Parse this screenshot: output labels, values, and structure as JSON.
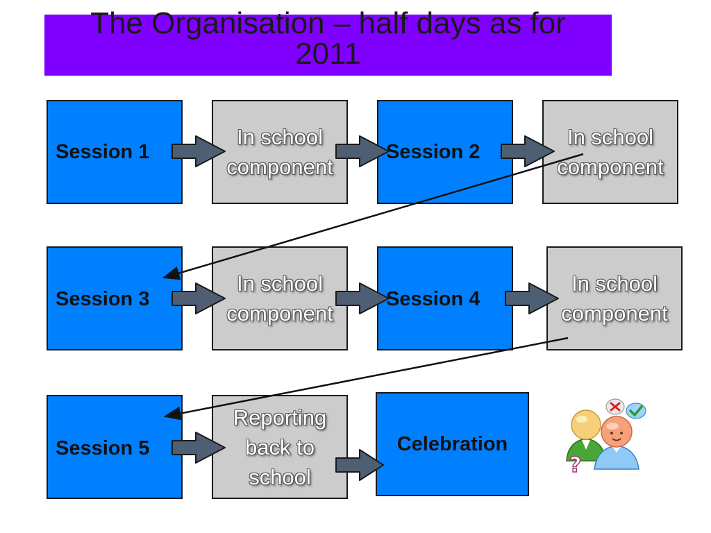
{
  "title": "The Organisation – half days as for 2011",
  "title_lines": [
    "The Organisation – half days as for",
    "2011"
  ],
  "rows": [
    {
      "session": "Session 1",
      "component": "In school\ncomponent",
      "session2": "Session 2",
      "component2": "In school\ncomponent"
    },
    {
      "session": "Session 3",
      "component": "In school\ncomponent",
      "session2": "Session 4",
      "component2": "In school\ncomponent"
    },
    {
      "session": "Session 5",
      "component": "Reporting\nback to\nschool",
      "session2": "Celebration"
    }
  ],
  "colors": {
    "title_bar": "#8000ff",
    "session_box": "#0080ff",
    "component_box": "#cccccc",
    "arrow_fill": "#4f5f73"
  },
  "icon": "people-discussion-icon"
}
